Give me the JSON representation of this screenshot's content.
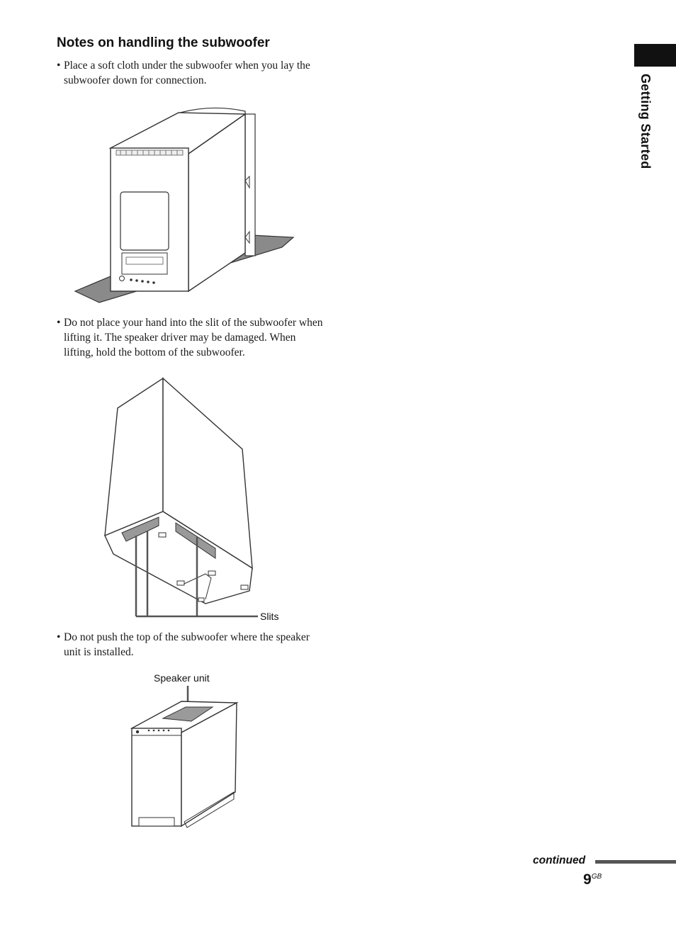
{
  "section": {
    "title": "Notes on handling the subwoofer",
    "side_label": "Getting Started"
  },
  "notes": [
    {
      "bullet": "•",
      "text": "Place a soft cloth under the subwoofer when you lay the subwoofer down for connection."
    },
    {
      "bullet": "•",
      "text": "Do not place your hand into the slit of the subwoofer when lifting it. The speaker driver may be damaged. When lifting, hold the bottom of the subwoofer."
    },
    {
      "bullet": "•",
      "text": "Do not push the top of the subwoofer where the speaker unit is installed."
    }
  ],
  "figures": {
    "slits_label": "Slits",
    "speaker_unit_label": "Speaker unit"
  },
  "footer": {
    "continued": "continued",
    "page_number": "9",
    "page_suffix": "GB"
  }
}
